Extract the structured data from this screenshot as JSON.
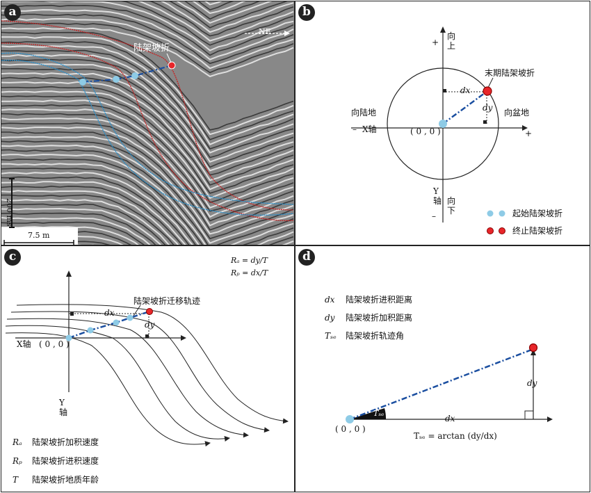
{
  "panels": {
    "a": {
      "badge": "a",
      "north_label": "NE",
      "shelf_break_label": "陆架坡折",
      "vertical_scale": "200 ms",
      "horizontal_scale": "7.5 m"
    },
    "b": {
      "badge": "b",
      "up_label": "向\n上",
      "down_label": "向\n下",
      "plus_top": "+",
      "minus_bottom": "–",
      "minus_left": "–",
      "plus_right": "+",
      "land_label": "向陆地",
      "basin_label": "向盆地",
      "x_axis_label": "X轴",
      "y_axis_label": "Y\n轴",
      "origin_label": "( 0 , 0 )",
      "end_label": "末期陆架坡折",
      "dx_label": "dx",
      "dy_label": "dy",
      "legend": [
        {
          "label": "起始陆架坡折",
          "color": "#8ecbe6"
        },
        {
          "label": "终止陆架坡折",
          "color": "#e8262a"
        }
      ]
    },
    "c": {
      "badge": "c",
      "formula_ra": "Rₐ = dy/T",
      "formula_rp": "Rₚ = dx/T",
      "trajectory_label": "陆架坡折迁移轨迹",
      "x_axis_label": "X轴",
      "y_axis_label": "Y\n轴",
      "origin_label": "( 0 , 0 )",
      "dx_label": "dx",
      "dy_label": "dy",
      "defs": [
        {
          "sym": "Rₐ",
          "text": "陆架坡折加积速度"
        },
        {
          "sym": "Rₚ",
          "text": "陆架坡折进积速度"
        },
        {
          "sym": "T",
          "text": "陆架坡折地质年龄"
        }
      ]
    },
    "d": {
      "badge": "d",
      "defs": [
        {
          "sym": "dx",
          "text": "陆架坡折进积距离"
        },
        {
          "sym": "dy",
          "text": "陆架坡折加积距离"
        },
        {
          "sym": "Tₛₑ",
          "text": "陆架坡折轨迹角"
        }
      ],
      "angle_label": "Tₛₑ",
      "dx_label": "dx",
      "dy_label": "dy",
      "origin_label": "( 0 , 0 )",
      "formula": "Tₛₑ = arctan (dy/dx)"
    }
  }
}
